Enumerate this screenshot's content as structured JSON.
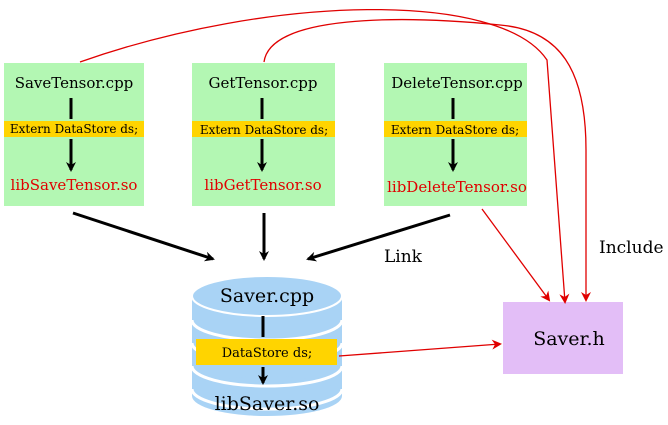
{
  "colors": {
    "source_box": "#b3f7b3",
    "extern_band": "#ffd400",
    "lib_text": "#e00000",
    "saver_h": "#e3bef7",
    "cylinder": "#a9d3f5",
    "red_arrow": "#e00000",
    "black_arrow": "#000000"
  },
  "sources": [
    {
      "file": "SaveTensor.cpp",
      "decl": "Extern DataStore ds;",
      "lib": "libSaveTensor.so"
    },
    {
      "file": "GetTensor.cpp",
      "decl": "Extern DataStore ds;",
      "lib": "libGetTensor.so"
    },
    {
      "file": "DeleteTensor.cpp",
      "decl": "Extern DataStore ds;",
      "lib": "libDeleteTensor.so"
    }
  ],
  "saver": {
    "file": "Saver.cpp",
    "decl": "DataStore ds;",
    "lib": "libSaver.so"
  },
  "header": {
    "label": "Saver.h"
  },
  "edge_labels": {
    "link": "Link",
    "include": "Include"
  }
}
